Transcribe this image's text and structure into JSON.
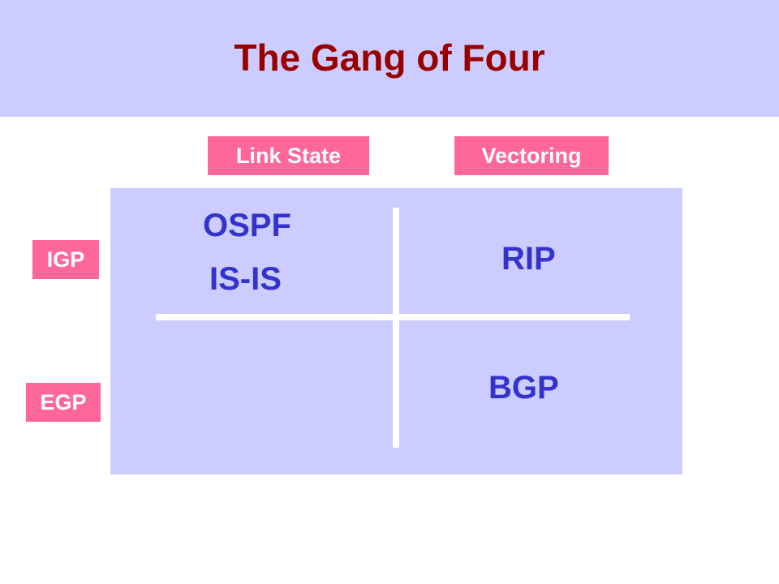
{
  "title": "The Gang of Four",
  "columns": {
    "link_state": "Link State",
    "vectoring": "Vectoring"
  },
  "rows": {
    "igp": "IGP",
    "egp": "EGP"
  },
  "cells": {
    "igp_link_state": [
      "OSPF",
      "IS-IS"
    ],
    "igp_vectoring": "RIP",
    "egp_vectoring": "BGP"
  },
  "colors": {
    "title_band": "#ccccff",
    "title_text": "#990000",
    "label_bg": "#ff6699",
    "label_text": "#ffffff",
    "protocol_text": "#3333cc",
    "grid_bg": "#ccccff",
    "divider": "#ffffff"
  }
}
